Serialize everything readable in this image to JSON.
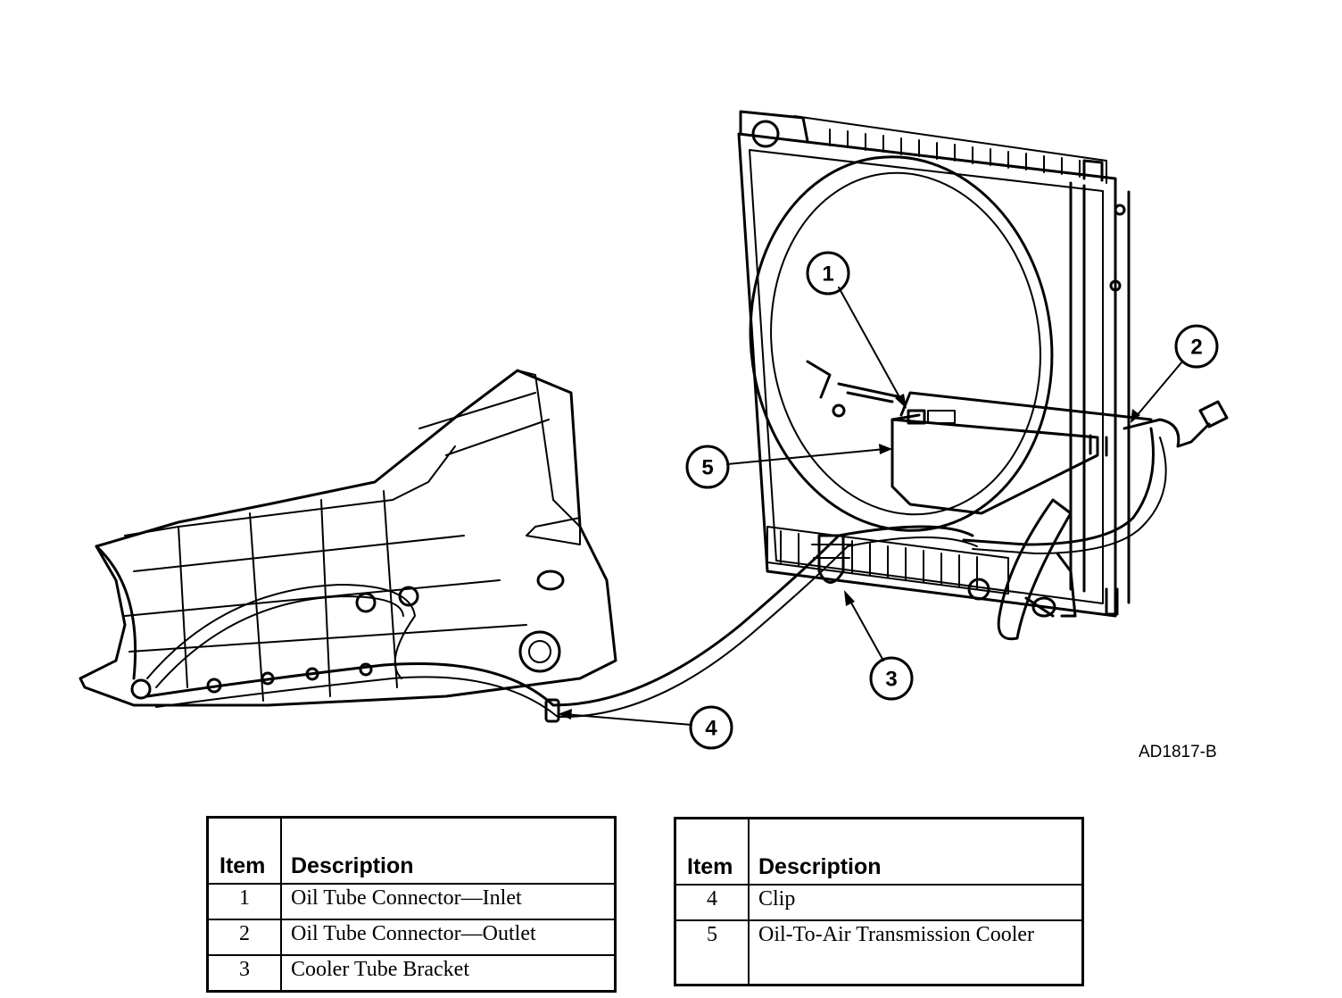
{
  "figure_id": "AD1817-B",
  "callouts": [
    "1",
    "2",
    "3",
    "4",
    "5"
  ],
  "legend_left": {
    "header_item": "Item",
    "header_description": "Description",
    "rows": [
      {
        "item": "1",
        "description": "Oil Tube Connector—Inlet"
      },
      {
        "item": "2",
        "description": "Oil Tube Connector—Outlet"
      },
      {
        "item": "3",
        "description": "Cooler Tube Bracket"
      }
    ]
  },
  "legend_right": {
    "header_item": "Item",
    "header_description": "Description",
    "rows": [
      {
        "item": "4",
        "description": "Clip"
      },
      {
        "item": "5",
        "description": "Oil-To-Air Transmission Cooler"
      }
    ]
  }
}
